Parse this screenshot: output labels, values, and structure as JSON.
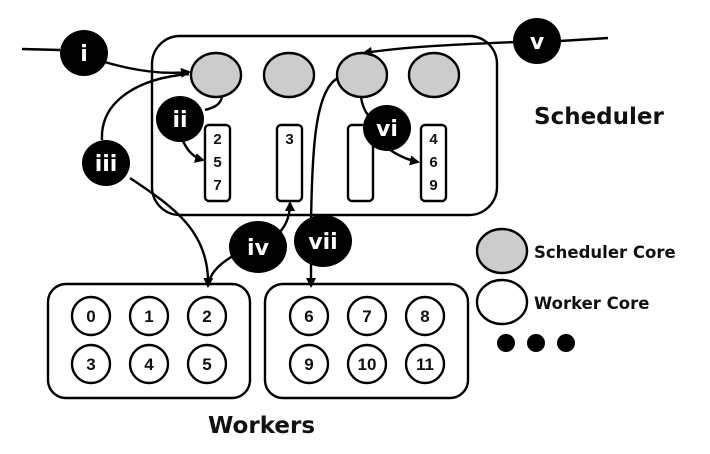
{
  "diagram": {
    "scheduler": {
      "label": "Scheduler",
      "cores": [
        {
          "id": "sched-core-0",
          "color": "#cccccc"
        },
        {
          "id": "sched-core-1",
          "color": "#cccccc"
        },
        {
          "id": "sched-core-2",
          "color": "#cccccc"
        },
        {
          "id": "sched-core-3",
          "color": "#cccccc"
        }
      ],
      "queues": [
        {
          "items": [
            "2",
            "5",
            "7"
          ]
        },
        {
          "items": [
            "3"
          ]
        },
        {
          "items": []
        },
        {
          "items": [
            "4",
            "6",
            "9"
          ]
        }
      ]
    },
    "workers": {
      "label": "Workers",
      "groups": [
        {
          "cores": [
            "0",
            "1",
            "2",
            "3",
            "4",
            "5"
          ]
        },
        {
          "cores": [
            "6",
            "7",
            "8",
            "9",
            "10",
            "11"
          ]
        }
      ]
    },
    "steps": [
      "i",
      "ii",
      "iii",
      "iv",
      "v",
      "vi",
      "vii"
    ],
    "legend": {
      "scheduler_core": "Scheduler Core",
      "worker_core": "Worker Core",
      "scheduler_core_color": "#cccccc",
      "worker_core_color": "#ffffff"
    }
  }
}
